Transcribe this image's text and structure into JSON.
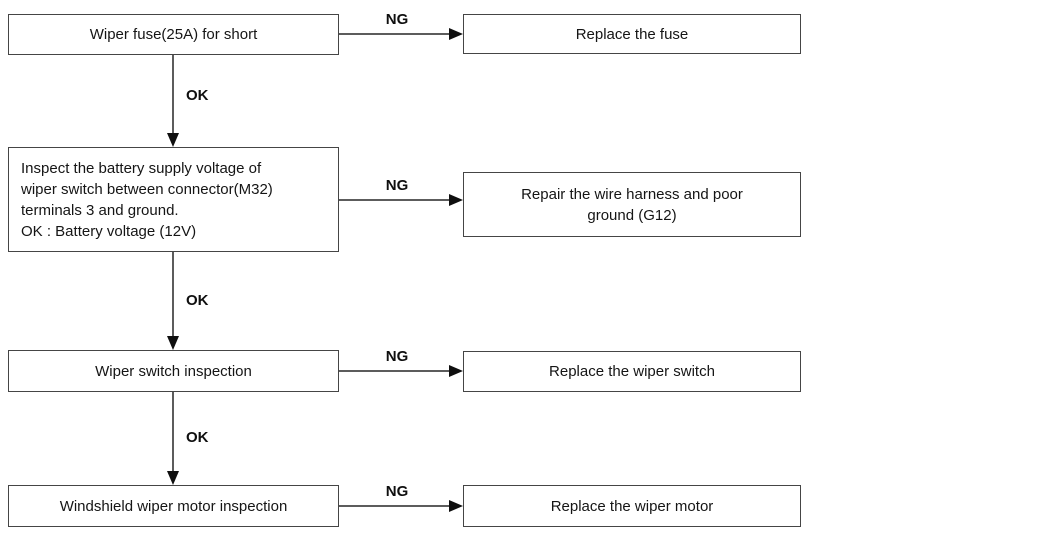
{
  "colors": {
    "background": "#ffffff",
    "box_border": "#454545",
    "connector_line": "#5c5c5c",
    "arrowhead": "#0f0f0f",
    "text": "#151515"
  },
  "flow": {
    "rows": [
      {
        "step": "Wiper fuse(25A) for short",
        "ng": "NG",
        "result": "Replace the fuse",
        "ok": "OK"
      },
      {
        "step": "Inspect the battery supply voltage of\nwiper switch between connector(M32)\nterminals 3 and ground.\nOK : Battery voltage (12V)",
        "ng": "NG",
        "result": "Repair the wire harness and poor\nground (G12)",
        "ok": "OK"
      },
      {
        "step": "Wiper switch inspection",
        "ng": "NG",
        "result": "Replace the wiper switch",
        "ok": "OK"
      },
      {
        "step": "Windshield wiper motor inspection",
        "ng": "NG",
        "result": "Replace the wiper motor"
      }
    ]
  }
}
